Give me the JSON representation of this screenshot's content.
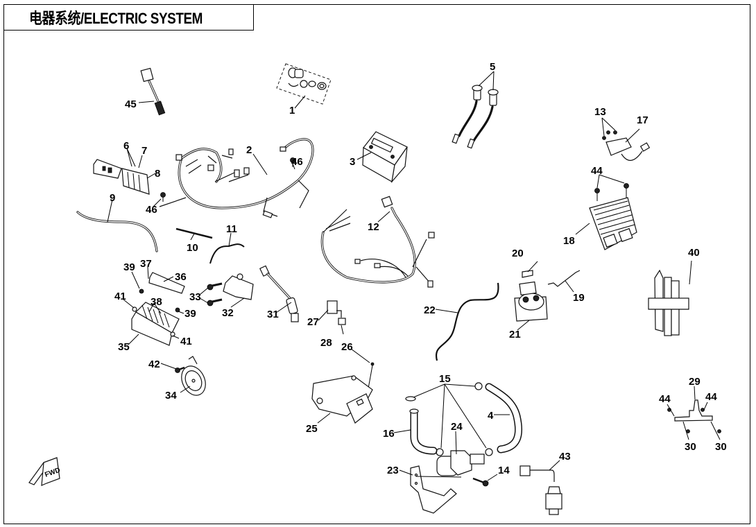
{
  "title": "电器系统/ELECTRIC SYSTEM",
  "fwd_marker": "FWD",
  "colors": {
    "line": "#000000",
    "background": "#ffffff"
  },
  "parts": [
    {
      "id": "1",
      "label": "1"
    },
    {
      "id": "2",
      "label": "2"
    },
    {
      "id": "3",
      "label": "3"
    },
    {
      "id": "4",
      "label": "4"
    },
    {
      "id": "5",
      "label": "5"
    },
    {
      "id": "6",
      "label": "6"
    },
    {
      "id": "7",
      "label": "7"
    },
    {
      "id": "8",
      "label": "8"
    },
    {
      "id": "9",
      "label": "9"
    },
    {
      "id": "10",
      "label": "10"
    },
    {
      "id": "11",
      "label": "11"
    },
    {
      "id": "12",
      "label": "12"
    },
    {
      "id": "13",
      "label": "13"
    },
    {
      "id": "14",
      "label": "14"
    },
    {
      "id": "15",
      "label": "15"
    },
    {
      "id": "16",
      "label": "16"
    },
    {
      "id": "17",
      "label": "17"
    },
    {
      "id": "18",
      "label": "18"
    },
    {
      "id": "19",
      "label": "19"
    },
    {
      "id": "20",
      "label": "20"
    },
    {
      "id": "21",
      "label": "21"
    },
    {
      "id": "22",
      "label": "22"
    },
    {
      "id": "23",
      "label": "23"
    },
    {
      "id": "24",
      "label": "24"
    },
    {
      "id": "25",
      "label": "25"
    },
    {
      "id": "26",
      "label": "26"
    },
    {
      "id": "27",
      "label": "27"
    },
    {
      "id": "28",
      "label": "28"
    },
    {
      "id": "29",
      "label": "29"
    },
    {
      "id": "30",
      "label": "30"
    },
    {
      "id": "31",
      "label": "31"
    },
    {
      "id": "32",
      "label": "32"
    },
    {
      "id": "33",
      "label": "33"
    },
    {
      "id": "34",
      "label": "34"
    },
    {
      "id": "35",
      "label": "35"
    },
    {
      "id": "36",
      "label": "36"
    },
    {
      "id": "37",
      "label": "37"
    },
    {
      "id": "38",
      "label": "38"
    },
    {
      "id": "39",
      "label": "39"
    },
    {
      "id": "40",
      "label": "40"
    },
    {
      "id": "41",
      "label": "41"
    },
    {
      "id": "42",
      "label": "42"
    },
    {
      "id": "43",
      "label": "43"
    },
    {
      "id": "44",
      "label": "44"
    },
    {
      "id": "45",
      "label": "45"
    },
    {
      "id": "46",
      "label": "46"
    }
  ]
}
